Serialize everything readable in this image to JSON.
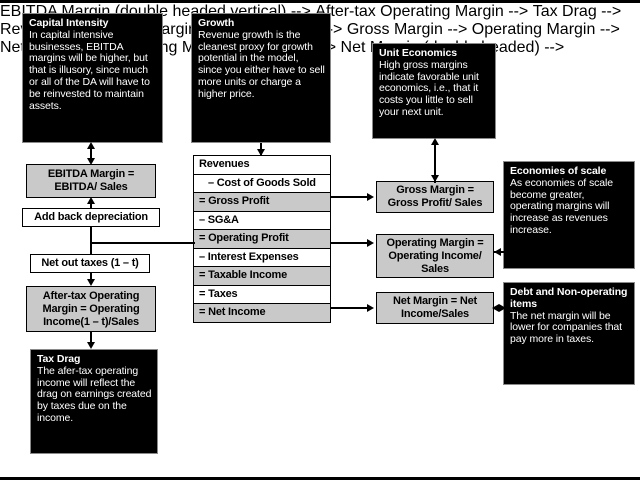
{
  "diagram": {
    "title": "Margin and income statement drivers diagram",
    "colors": {
      "note_bg": "#000000",
      "note_text": "#ffffff",
      "gray_box": "#c9c9c9",
      "white_box": "#ffffff",
      "line": "#000000"
    }
  },
  "notes": {
    "capital_intensity": {
      "heading": "Capital Intensity",
      "body": "In capital intensive businesses, EBITDA margins will be higher, but that is illusory, since much or all of the DA will have to be reinvested to maintain assets."
    },
    "growth": {
      "heading": "Growth",
      "body": "Revenue growth is the cleanest proxy for growth potential in the model, since you either have to sell more units or charge a higher price."
    },
    "unit_economics": {
      "heading": "Unit Economics",
      "body": "High gross margins indicate favorable unit economics, i.e., that it costs you little to sell your next unit."
    },
    "economies_of_scale": {
      "heading": "Economies of scale",
      "body": "As economies of scale become greater, operating margins will increase as revenues increase."
    },
    "debt_and_nonoperating": {
      "heading": "Debt and Non-operating items",
      "body": "The net margin will be lower for companies that pay more in taxes."
    },
    "tax_drag": {
      "heading": "Tax Drag",
      "body": "The afer-tax operating income will reflect the drag on earnings created by taxes due on the income."
    }
  },
  "left_column": {
    "ebitda_margin": "EBITDA Margin = EBITDA/ Sales",
    "add_back_depreciation": "Add back depreciation",
    "net_out_taxes": "Net out taxes (1 – t)",
    "after_tax_operating_margin": "After-tax Operating Margin = Operating Income(1 – t)/Sales"
  },
  "income_statement": {
    "rows": [
      {
        "label": "Revenues",
        "fill": "white",
        "indent": false
      },
      {
        "label": "– Cost of Goods Sold",
        "fill": "white",
        "indent": true
      },
      {
        "label": "= Gross Profit",
        "fill": "gray",
        "indent": false
      },
      {
        "label": "– SG&A",
        "fill": "white",
        "indent": false
      },
      {
        "label": "= Operating Profit",
        "fill": "gray",
        "indent": false
      },
      {
        "label": "– Interest Expenses",
        "fill": "white",
        "indent": false
      },
      {
        "label": "= Taxable Income",
        "fill": "gray",
        "indent": false
      },
      {
        "label": "= Taxes",
        "fill": "white",
        "indent": false
      },
      {
        "label": "= Net Income",
        "fill": "gray",
        "indent": false
      }
    ]
  },
  "margins": {
    "gross_margin": "Gross Margin = Gross Profit/ Sales",
    "operating_margin": "Operating Margin = Operating Income/ Sales",
    "net_margin": "Net Margin = Net Income/Sales"
  }
}
